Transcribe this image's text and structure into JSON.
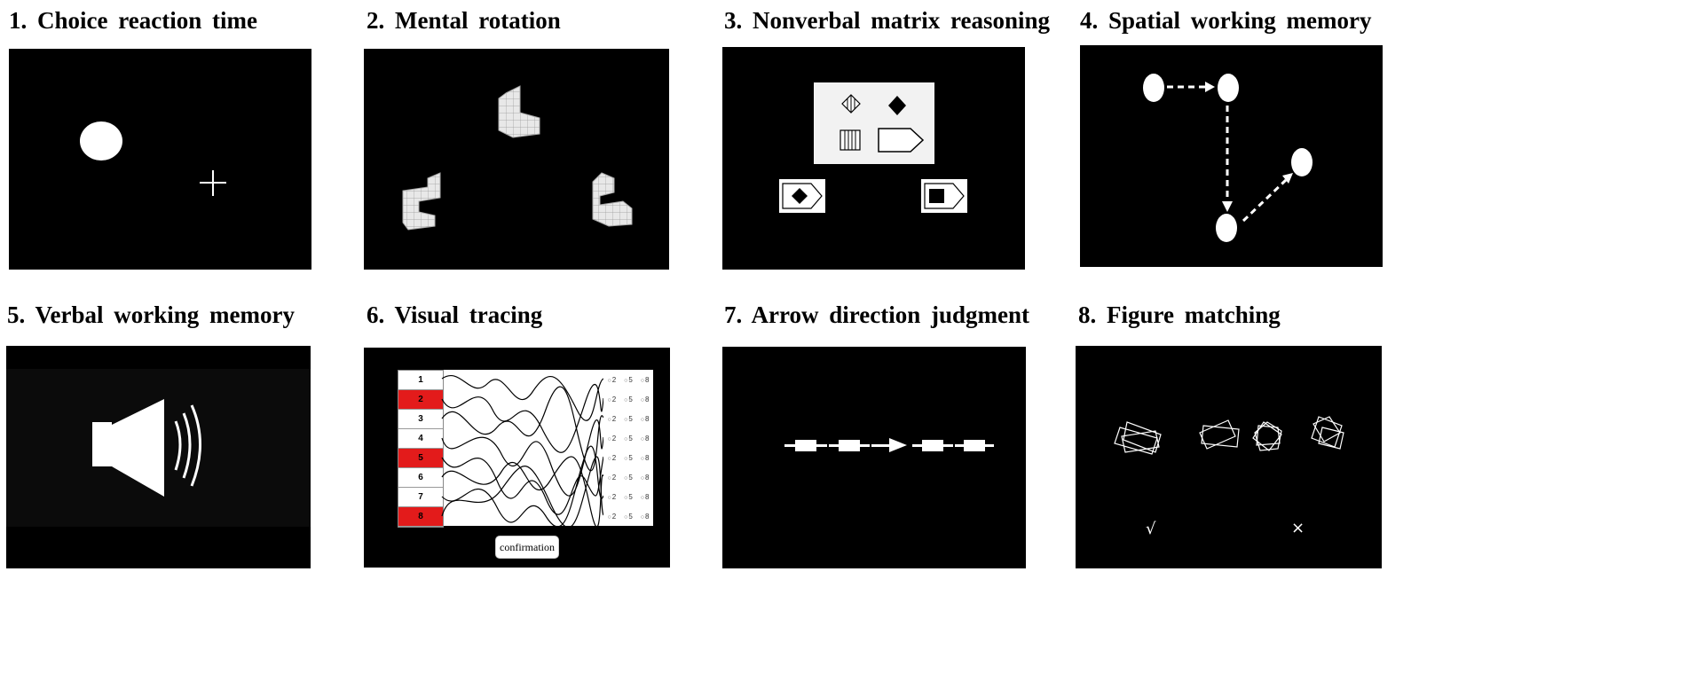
{
  "panels": {
    "p1": {
      "title": "1. Choice reaction time"
    },
    "p2": {
      "title": "2. Mental rotation"
    },
    "p3": {
      "title": "3. Nonverbal matrix reasoning"
    },
    "p4": {
      "title": "4. Spatial working memory"
    },
    "p5": {
      "title": "5. Verbal working memory"
    },
    "p6": {
      "title": "6. Visual tracing",
      "rows": [
        "1",
        "2",
        "3",
        "4",
        "5",
        "6",
        "7",
        "8"
      ],
      "red_rows": [
        1,
        4,
        7
      ],
      "options": [
        "2",
        "5",
        "8"
      ],
      "button": "confirmation"
    },
    "p7": {
      "title": "7. Arrow direction judgment"
    },
    "p8": {
      "title": "8. Figure matching",
      "check": "√",
      "cross": "×"
    }
  },
  "colors": {
    "background": "#000000",
    "stimulus": "#ffffff",
    "highlight": "#e31b1b"
  },
  "icons": [
    "fixation-cross-icon",
    "speaker-icon",
    "arrow-icon"
  ]
}
